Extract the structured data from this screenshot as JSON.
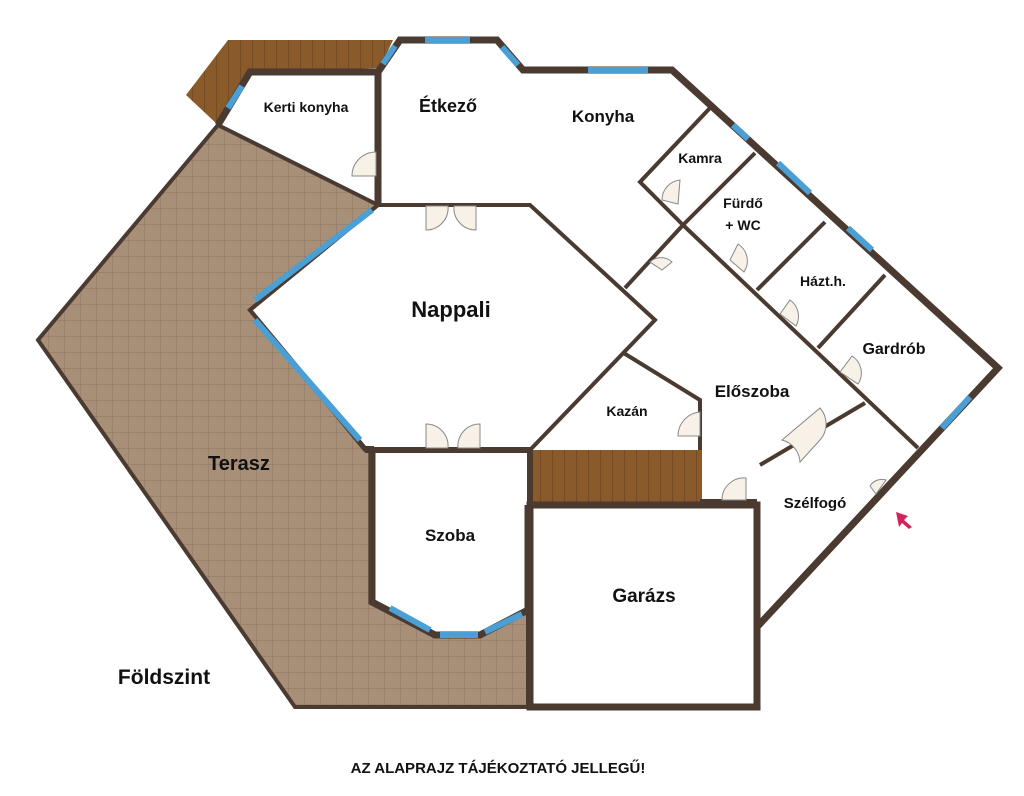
{
  "plan": {
    "level_label": "Földszint",
    "disclaimer": "AZ ALAPRAJZ TÁJÉKOZTATÓ JELLEGŰ!",
    "rooms": {
      "kerti_konyha": "Kerti konyha",
      "etkezo": "Étkező",
      "konyha": "Konyha",
      "kamra": "Kamra",
      "furdo_line1": "Fürdő",
      "furdo_line2": "+ WC",
      "haztartasi": "Házt.h.",
      "gardrob": "Gardrób",
      "nappali": "Nappali",
      "eloszoba": "Előszoba",
      "kazan": "Kazán",
      "szelfogo": "Szélfogó",
      "terasz": "Terasz",
      "szoba": "Szoba",
      "garazs": "Garázs"
    }
  },
  "colors": {
    "wall": "#4a3a30",
    "window": "#4a9fd4",
    "deck": "#8a5a2a",
    "terrace": "#a89078",
    "entrance_arrow": "#d0245a"
  }
}
